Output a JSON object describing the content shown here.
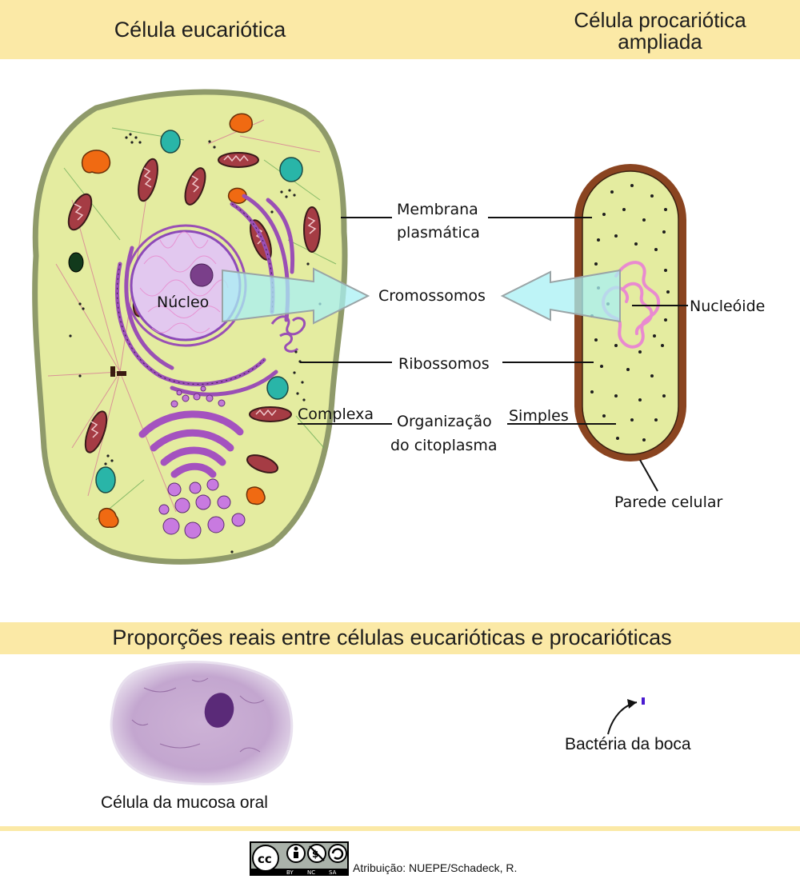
{
  "headers": {
    "eukaryote": "Célula eucariótica",
    "prokaryote_line1": "Célula procariótica",
    "prokaryote_line2": "ampliada",
    "proportions": "Proporções reais entre células eucarióticas e procarióticas"
  },
  "labels": {
    "nucleus": "Núcleo",
    "membrane_line1": "Membrana",
    "membrane_line2": "plasmática",
    "chromosomes": "Cromossomos",
    "nucleoid": "Nucleóide",
    "ribosomes": "Ribossomos",
    "complex": "Complexa",
    "organization_line1": "Organização",
    "organization_line2": "do citoplasma",
    "simple": "Simples",
    "cell_wall": "Parede celular",
    "oral_cell": "Célula da mucosa oral",
    "mouth_bacteria": "Bactéria da boca"
  },
  "license": {
    "badge_cc": "cc",
    "badge_by": "BY",
    "badge_nc": "NC",
    "badge_sa": "SA",
    "attribution": "Atribuição: NUEPE/Schadeck, R."
  },
  "colors": {
    "header_band": "#fbe9a6",
    "cytoplasm": "#e4eca0",
    "cell_wall": "#8a4420",
    "organelle_purple": "#9a4fb5",
    "chromosome_pink": "#e9a6d8",
    "arrow_cyan": "#a8f0f4"
  }
}
